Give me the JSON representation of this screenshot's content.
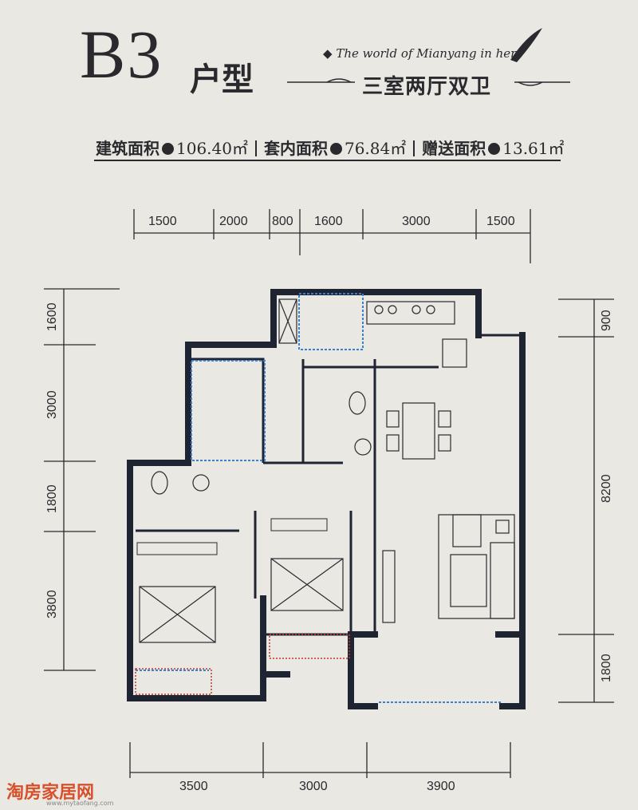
{
  "title": {
    "code": "B3",
    "suffix": "户型"
  },
  "slogan": "The world of Mianyang in here",
  "subtitle": "三室两厅双卫",
  "areas": [
    {
      "label": "建筑面积",
      "value": "106.40㎡"
    },
    {
      "label": "套内面积",
      "value": "76.84㎡"
    },
    {
      "label": "赠送面积",
      "value": "13.61㎡"
    }
  ],
  "dimensions": {
    "top": [
      "1500",
      "2000",
      "800",
      "1600",
      "3000",
      "1500"
    ],
    "left": [
      "1600",
      "3000",
      "1800",
      "3800"
    ],
    "right": [
      "900",
      "8200",
      "1800"
    ],
    "bottom": [
      "3500",
      "3000",
      "3900"
    ]
  },
  "watermark": {
    "brand": "淘房家居网",
    "url": "www.mytaofang.com"
  },
  "colors": {
    "wall": "#1f2433",
    "window": "#3a7fd0",
    "balcony_edge": "#c0392b"
  }
}
